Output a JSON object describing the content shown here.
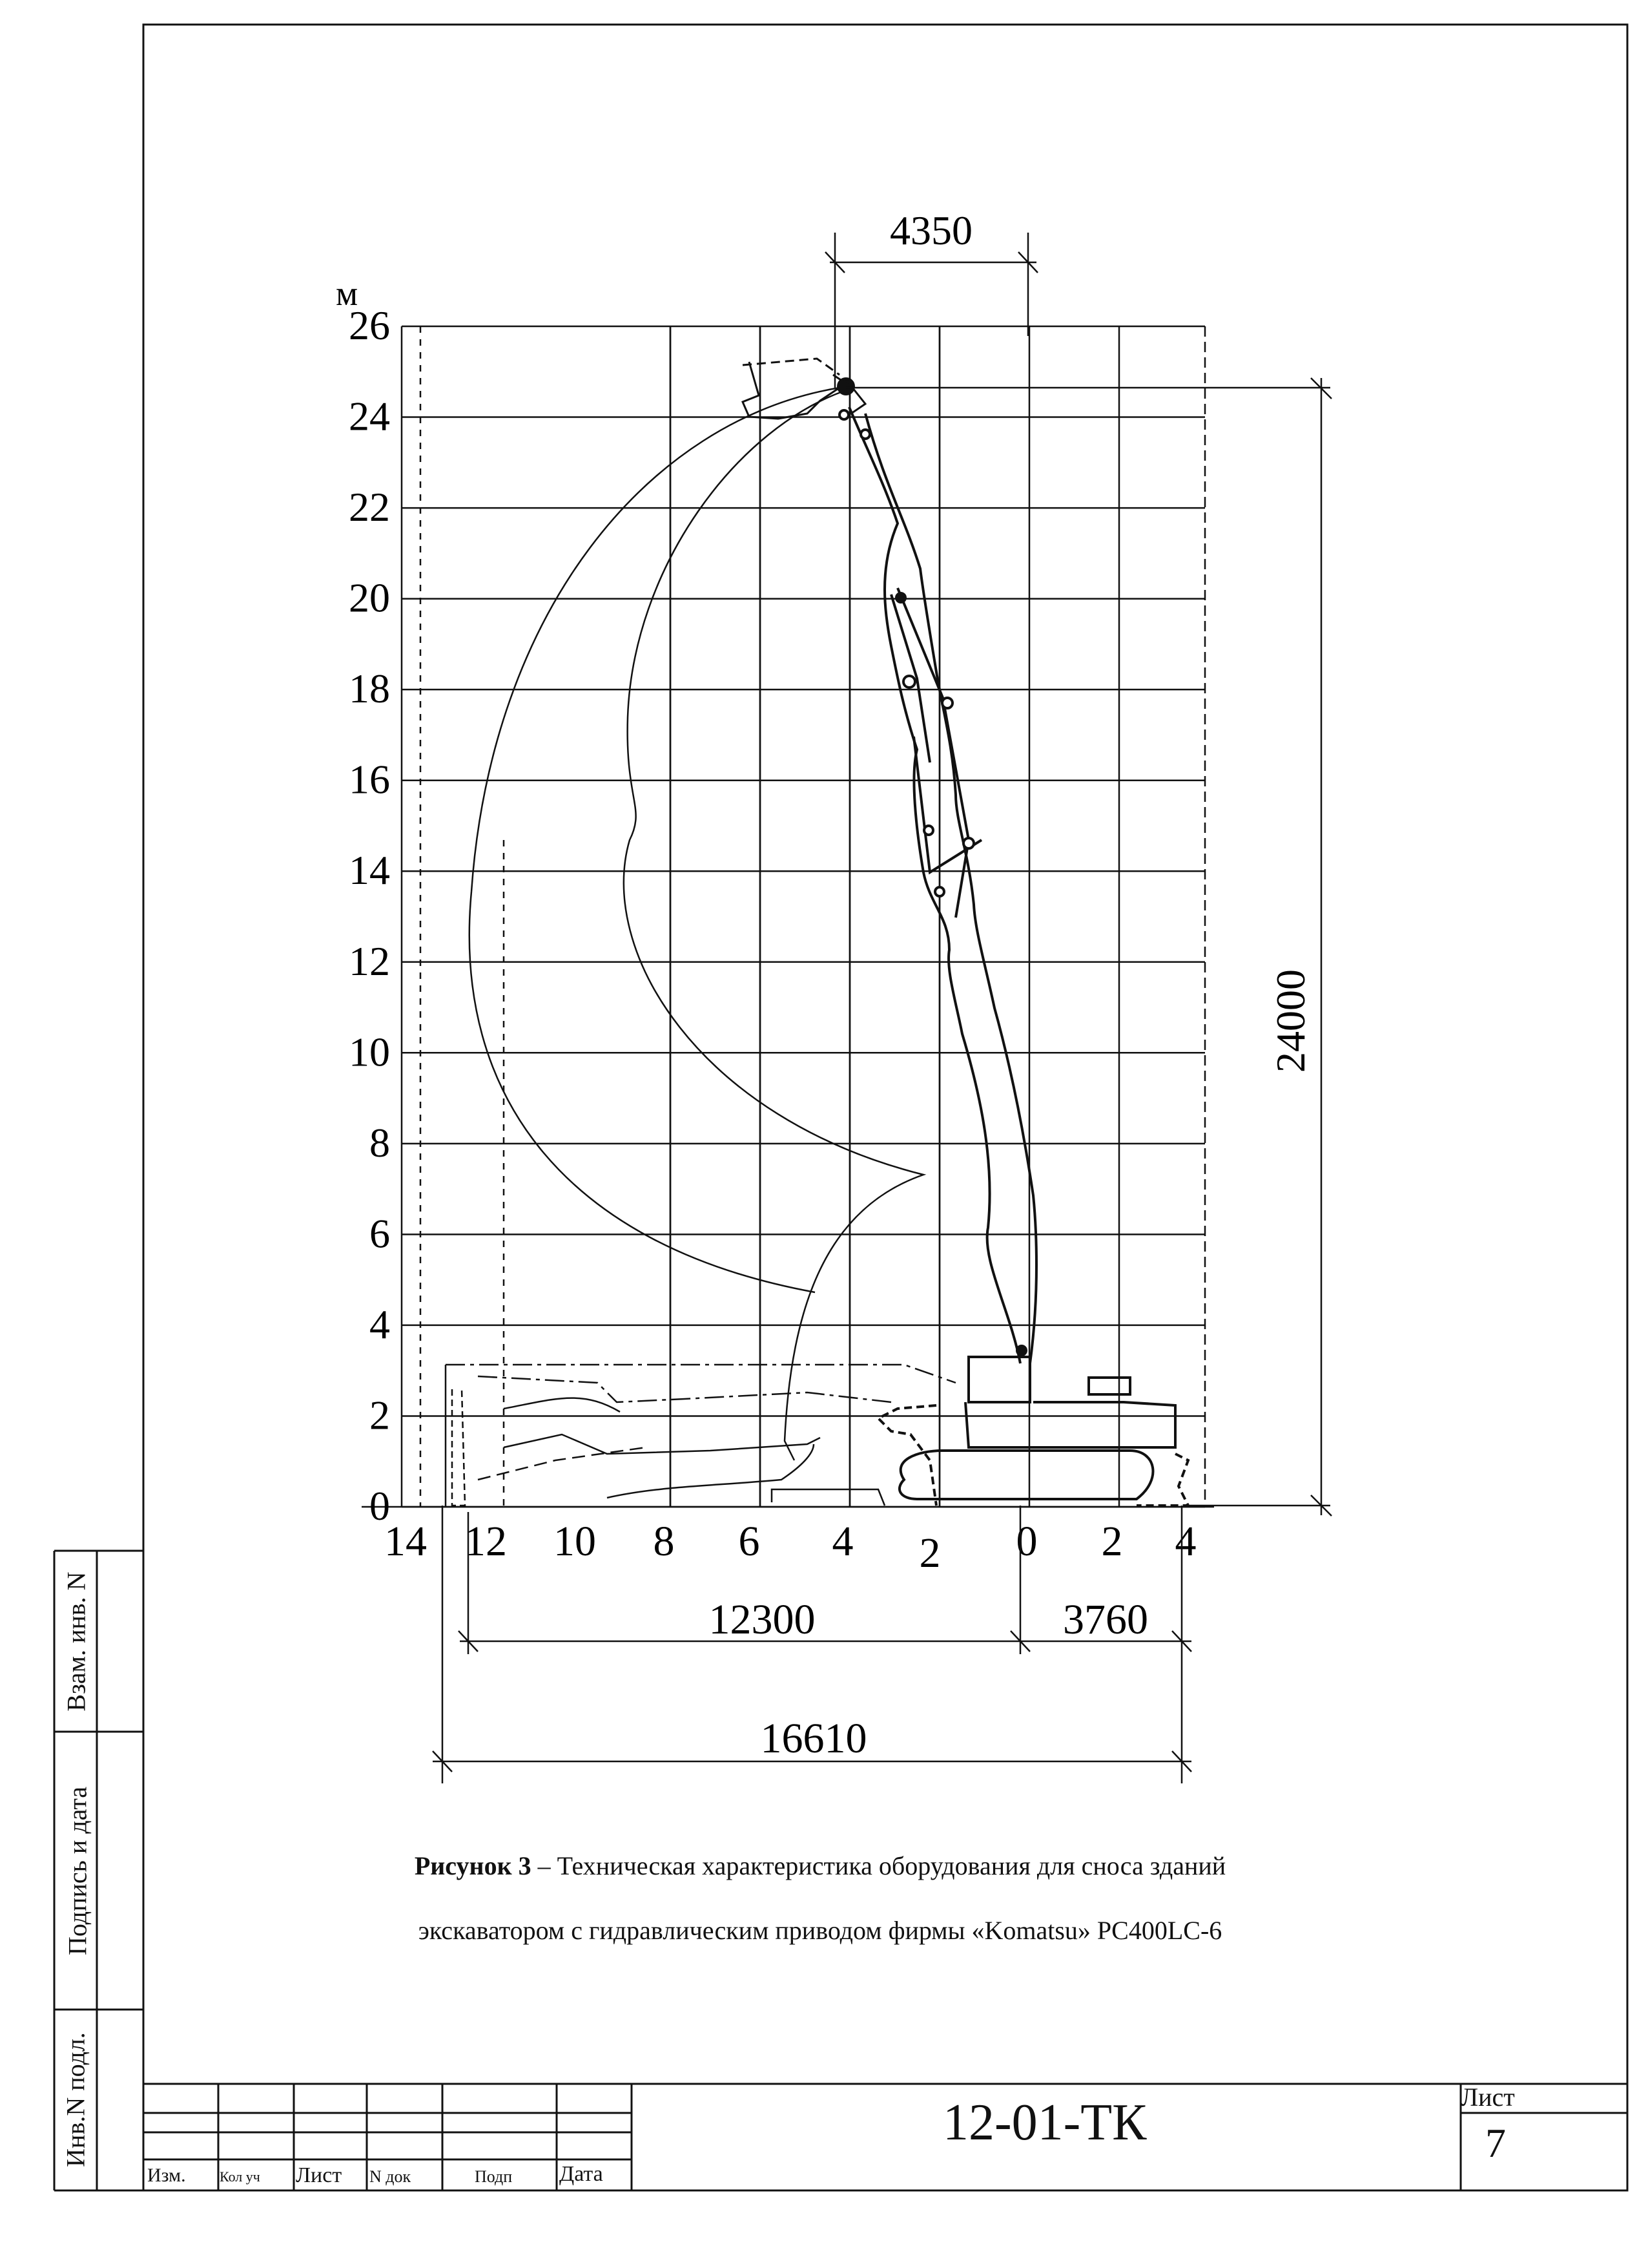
{
  "diagram": {
    "unit_label": "м",
    "y_tick_labels": [
      "0",
      "2",
      "4",
      "6",
      "8",
      "10",
      "12",
      "14",
      "16",
      "18",
      "20",
      "22",
      "24",
      "26"
    ],
    "x_tick_labels": [
      "14",
      "12",
      "10",
      "8",
      "6",
      "4",
      "2",
      "0",
      "2",
      "4"
    ],
    "dimensions": {
      "top_width": "4350",
      "height": "24000",
      "front_reach": "12300",
      "rear_length": "3760",
      "overall_length": "16610"
    }
  },
  "caption": {
    "label": "Рисунок  3",
    "line1": " – Техническая характеристика оборудования для сноса зданий",
    "line2": "экскаватором с гидравлическим приводом фирмы «Komatsu» PC400LC-6"
  },
  "side_stamp": {
    "inv_no": "Инв.N подл.",
    "signature_date": "Подпись и дата",
    "replace_inv": "Взам. инв. N"
  },
  "title_block": {
    "headers": [
      "Изм.",
      "Кол уч",
      "Лист",
      "N док",
      "Подп",
      "Дата"
    ],
    "document_code": "12-01-ТК",
    "sheet_label": "Лист",
    "sheet_number": "7"
  }
}
